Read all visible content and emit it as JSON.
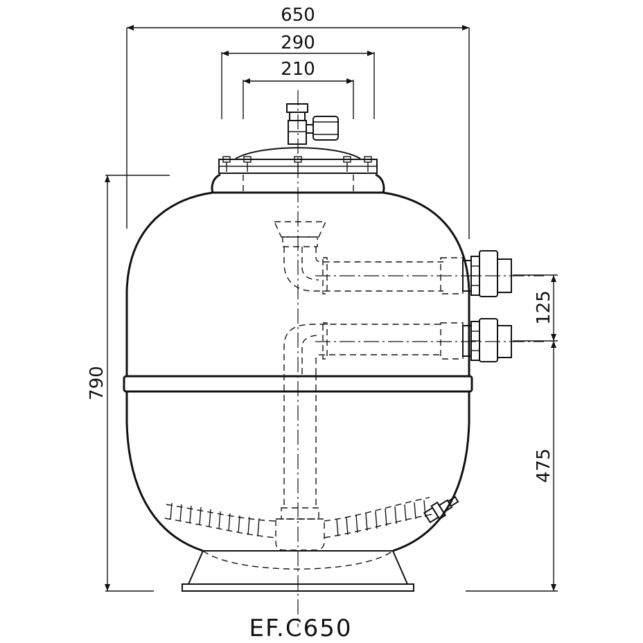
{
  "drawing": {
    "model": "EF.C650",
    "dimensions": {
      "overall_width": "650",
      "top_flange_width": "290",
      "top_opening_width": "210",
      "overall_height": "790",
      "port_spacing": "125",
      "lower_port_height": "475"
    }
  }
}
